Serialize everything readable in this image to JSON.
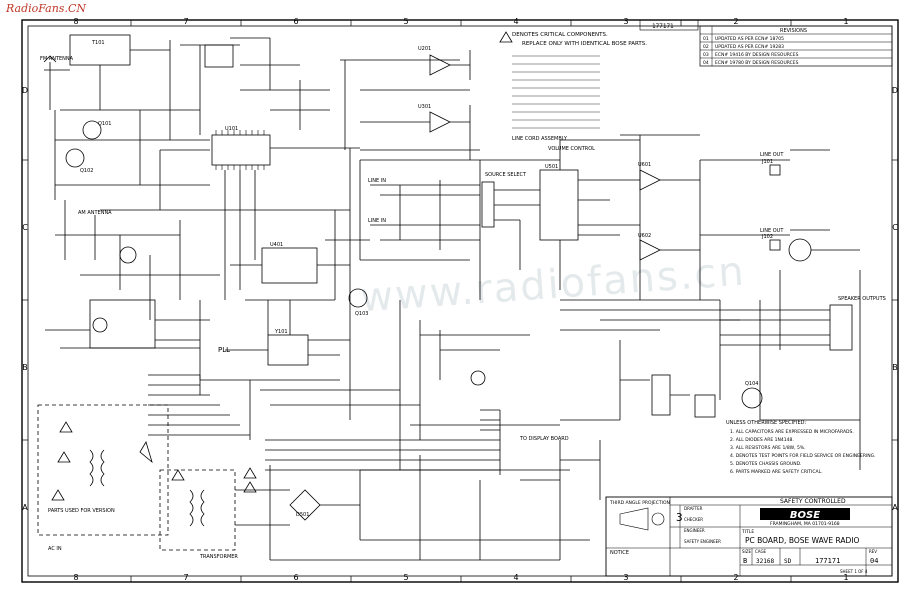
{
  "watermark": "RadioFans.CN",
  "watermark_center": "www.radiofans.cn",
  "border": {
    "columns": [
      "8",
      "7",
      "6",
      "5",
      "4",
      "3",
      "2",
      "1"
    ],
    "rows": [
      "D",
      "C",
      "B",
      "A"
    ]
  },
  "notes_critical": {
    "title": "DENOTES CRITICAL COMPONENTS.",
    "line2": "REPLACE ONLY WITH IDENTICAL BOSE PARTS."
  },
  "revisions": {
    "title": "REVISIONS",
    "doc_no": "177171",
    "rows": [
      {
        "rev": "01",
        "desc": "UPDATED AS PER ECN# 18705"
      },
      {
        "rev": "02",
        "desc": "UPDATED AS PER ECN# 19283"
      },
      {
        "rev": "03",
        "desc": "ECN# 19416 BY DESIGN RESOURCES"
      },
      {
        "rev": "04",
        "desc": "ECN# 19780 BY DESIGN RESOURCES"
      }
    ]
  },
  "labels": {
    "fm_antenna": "FM ANTENNA",
    "am_antenna": "AM ANTENNA",
    "pll": "PLL",
    "source_select": "SOURCE SELECT",
    "volume_control": "VOLUME CONTROL",
    "line_out": "LINE OUT",
    "line_in_l": "LINE IN",
    "line_in_r": "LINE IN",
    "speaker_outputs": "SPEAKER OUTPUTS",
    "to_display_board": "TO DISPLAY BOARD",
    "line_cord_assembly": "LINE CORD ASSEMBLY",
    "transformer": "TRANSFORMER",
    "notice": "NOTICE",
    "parts_used": "PARTS USED FOR VERSION",
    "ac_in": "AC IN",
    "unless": "UNLESS OTHERWISE SPECIFIED:",
    "third_angle": "THIRD ANGLE PROJECTION",
    "safety_engineer": "SAFETY ENGINEER"
  },
  "general_notes": [
    "1. ALL CAPACITORS ARE EXPRESSED IN MICROFARADS.",
    "2. ALL DIODES ARE 1N4148.",
    "3. ALL RESISTORS ARE 1/8W, 5%.",
    "4. DENOTES TEST POINTS FOR FIELD SERVICE OR ENGINEERING.",
    "5. DENOTES CHASSIS GROUND.",
    "6. PARTS MARKED ARE SAFETY CRITICAL."
  ],
  "title_block": {
    "safety_controlled": "SAFETY CONTROLLED",
    "brand": "BOSE",
    "address": "FRAMINGHAM, MA 01701-9168",
    "title_label": "TITLE",
    "title": "PC BOARD, BOSE WAVE RADIO",
    "size_label": "SIZE",
    "size": "B",
    "cage_label": "CAGE",
    "cage": "32168",
    "scale": "SD",
    "dwg_no": "177171",
    "rev_label": "REV",
    "rev": "04",
    "sheet": "SHEET 1 OF 4",
    "level": "3",
    "drafter": "DRAFTER",
    "checker": "CHECKER",
    "engineer": "ENGINEER"
  },
  "components": [
    {
      "ref": "Q101"
    },
    {
      "ref": "Q102"
    },
    {
      "ref": "Q103"
    },
    {
      "ref": "Q104"
    },
    {
      "ref": "U101"
    },
    {
      "ref": "U201"
    },
    {
      "ref": "U301"
    },
    {
      "ref": "U401"
    },
    {
      "ref": "U501"
    },
    {
      "ref": "U601"
    },
    {
      "ref": "U602"
    },
    {
      "ref": "T101"
    },
    {
      "ref": "Y101"
    },
    {
      "ref": "J101"
    },
    {
      "ref": "J102"
    },
    {
      "ref": "D501"
    }
  ]
}
